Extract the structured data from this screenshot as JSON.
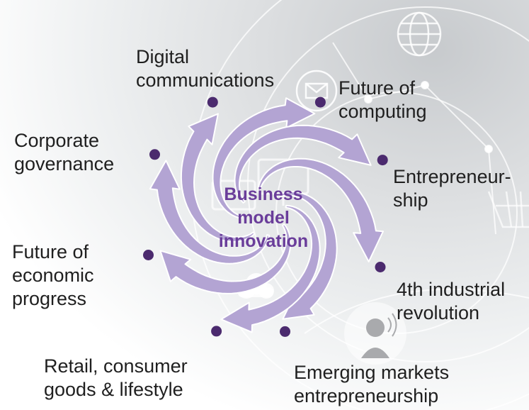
{
  "center_label": "Business\nmodel\ninnovation",
  "topics": [
    {
      "label": "Digital\ncommunications"
    },
    {
      "label": "Future of\ncomputing"
    },
    {
      "label": "Entrepreneur-\nship"
    },
    {
      "label": "4th industrial\nrevolution"
    },
    {
      "label": "Emerging markets\nentrepreneurship"
    },
    {
      "label": "Retail, consumer\ngoods & lifestyle"
    },
    {
      "label": "Future of\neconomic\nprogress"
    },
    {
      "label": "Corporate\ngovernance"
    }
  ],
  "colors": {
    "arrow_fill": "#b3a4d3",
    "arrow_stroke": "#ffffff",
    "bullet": "#4b2a6e",
    "center_text": "#6a3d9a",
    "label_text": "#1f1f1f"
  },
  "background_icons": [
    "globe-icon",
    "mail-icon",
    "monitor-icon",
    "cloud-icon",
    "person-icon",
    "network-lines"
  ]
}
